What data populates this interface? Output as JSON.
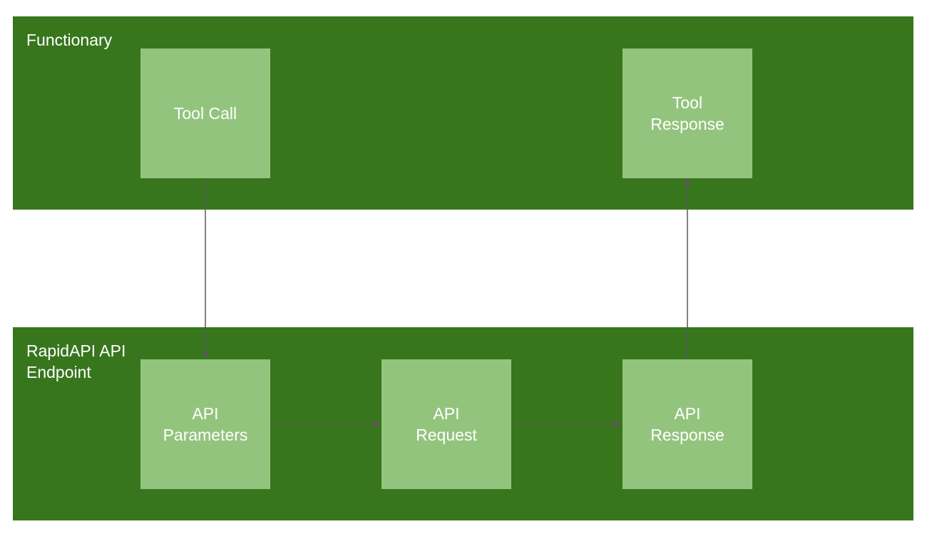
{
  "colors": {
    "lane_fill": "#38761d",
    "node_fill": "#93c47d",
    "text": "#ffffff",
    "connector": "#595959"
  },
  "lanes": {
    "top": {
      "title": "Functionary"
    },
    "bottom": {
      "title": "RapidAPI API\nEndpoint"
    }
  },
  "nodes": {
    "tool_call": "Tool Call",
    "tool_response": "Tool\nResponse",
    "api_parameters": "API\nParameters",
    "api_request": "API\nRequest",
    "api_response": "API\nResponse"
  },
  "connections": [
    {
      "from": "Tool Call",
      "to": "API Parameters"
    },
    {
      "from": "API Parameters",
      "to": "API Request"
    },
    {
      "from": "API Request",
      "to": "API Response"
    },
    {
      "from": "API Response",
      "to": "Tool Response"
    }
  ]
}
